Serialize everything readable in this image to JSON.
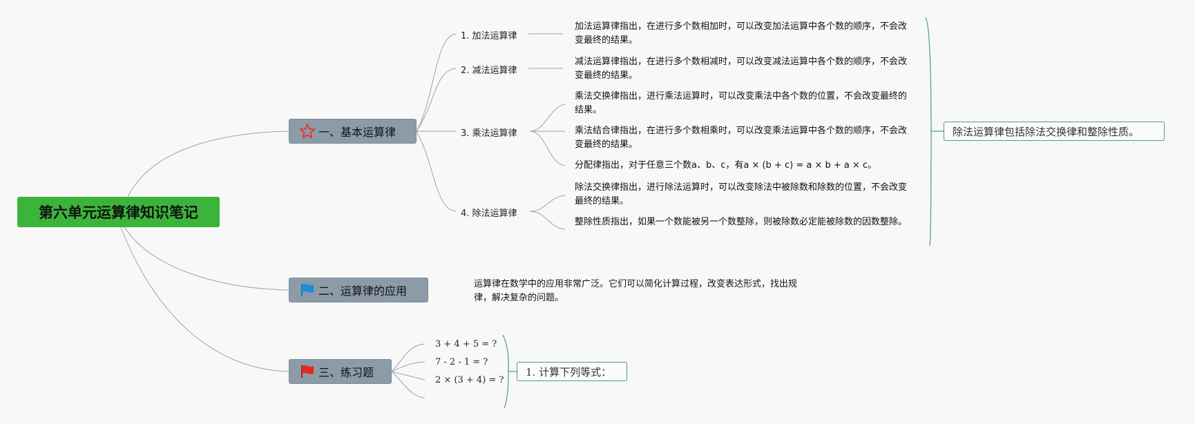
{
  "root": {
    "title": "第六单元运算律知识笔记"
  },
  "branch1": {
    "label": "一、基本运算律",
    "topics": [
      {
        "label": "1. 加法运算律"
      },
      {
        "label": "2. 减法运算律"
      },
      {
        "label": "3. 乘法运算律"
      },
      {
        "label": "4. 除法运算律"
      }
    ],
    "details": [
      "加法运算律指出，在进行多个数相加时，可以改变加法运算中各个数的顺序，不会改变最终的结果。",
      "减法运算律指出，在进行多个数相减时，可以改变减法运算中各个数的顺序，不会改变最终的结果。",
      "乘法交换律指出，进行乘法运算时，可以改变乘法中各个数的位置，不会改变最终的结果。",
      "乘法结合律指出，在进行多个数相乘时，可以改变乘法运算中各个数的顺序，不会改变最终的结果。",
      "分配律指出，对于任意三个数a、b、c，有a × (b + c) = a × b + a × c。",
      "除法交换律指出，进行除法运算时，可以改变除法中被除数和除数的位置，不会改变最终的结果。",
      "整除性质指出，如果一个数能被另一个数整除，则被除数必定能被除数的因数整除。"
    ],
    "summary": "除法运算律包括除法交换律和整除性质。"
  },
  "branch2": {
    "label": "二、运算律的应用",
    "detail": "运算律在数学中的应用非常广泛。它们可以简化计算过程，改变表达形式，找出规律，解决复杂的问题。"
  },
  "branch3": {
    "label": "三、练习题",
    "items": [
      "3 + 4 + 5 = ?",
      "7 - 2 - 1 = ?",
      "2 × (3 + 4) = ?"
    ],
    "summary": "1. 计算下列等式："
  },
  "icons": {
    "branch1": "star-outline-icon",
    "branch2": "blue-flag-icon",
    "branch3": "red-flag-icon"
  },
  "colors": {
    "root_fill": "#3cb43c",
    "branch_fill": "#8c9ba8",
    "summary_border": "#4f9a82",
    "star": "#e8322d",
    "blue_flag": "#1a8fd6",
    "red_flag": "#e22a1a"
  }
}
